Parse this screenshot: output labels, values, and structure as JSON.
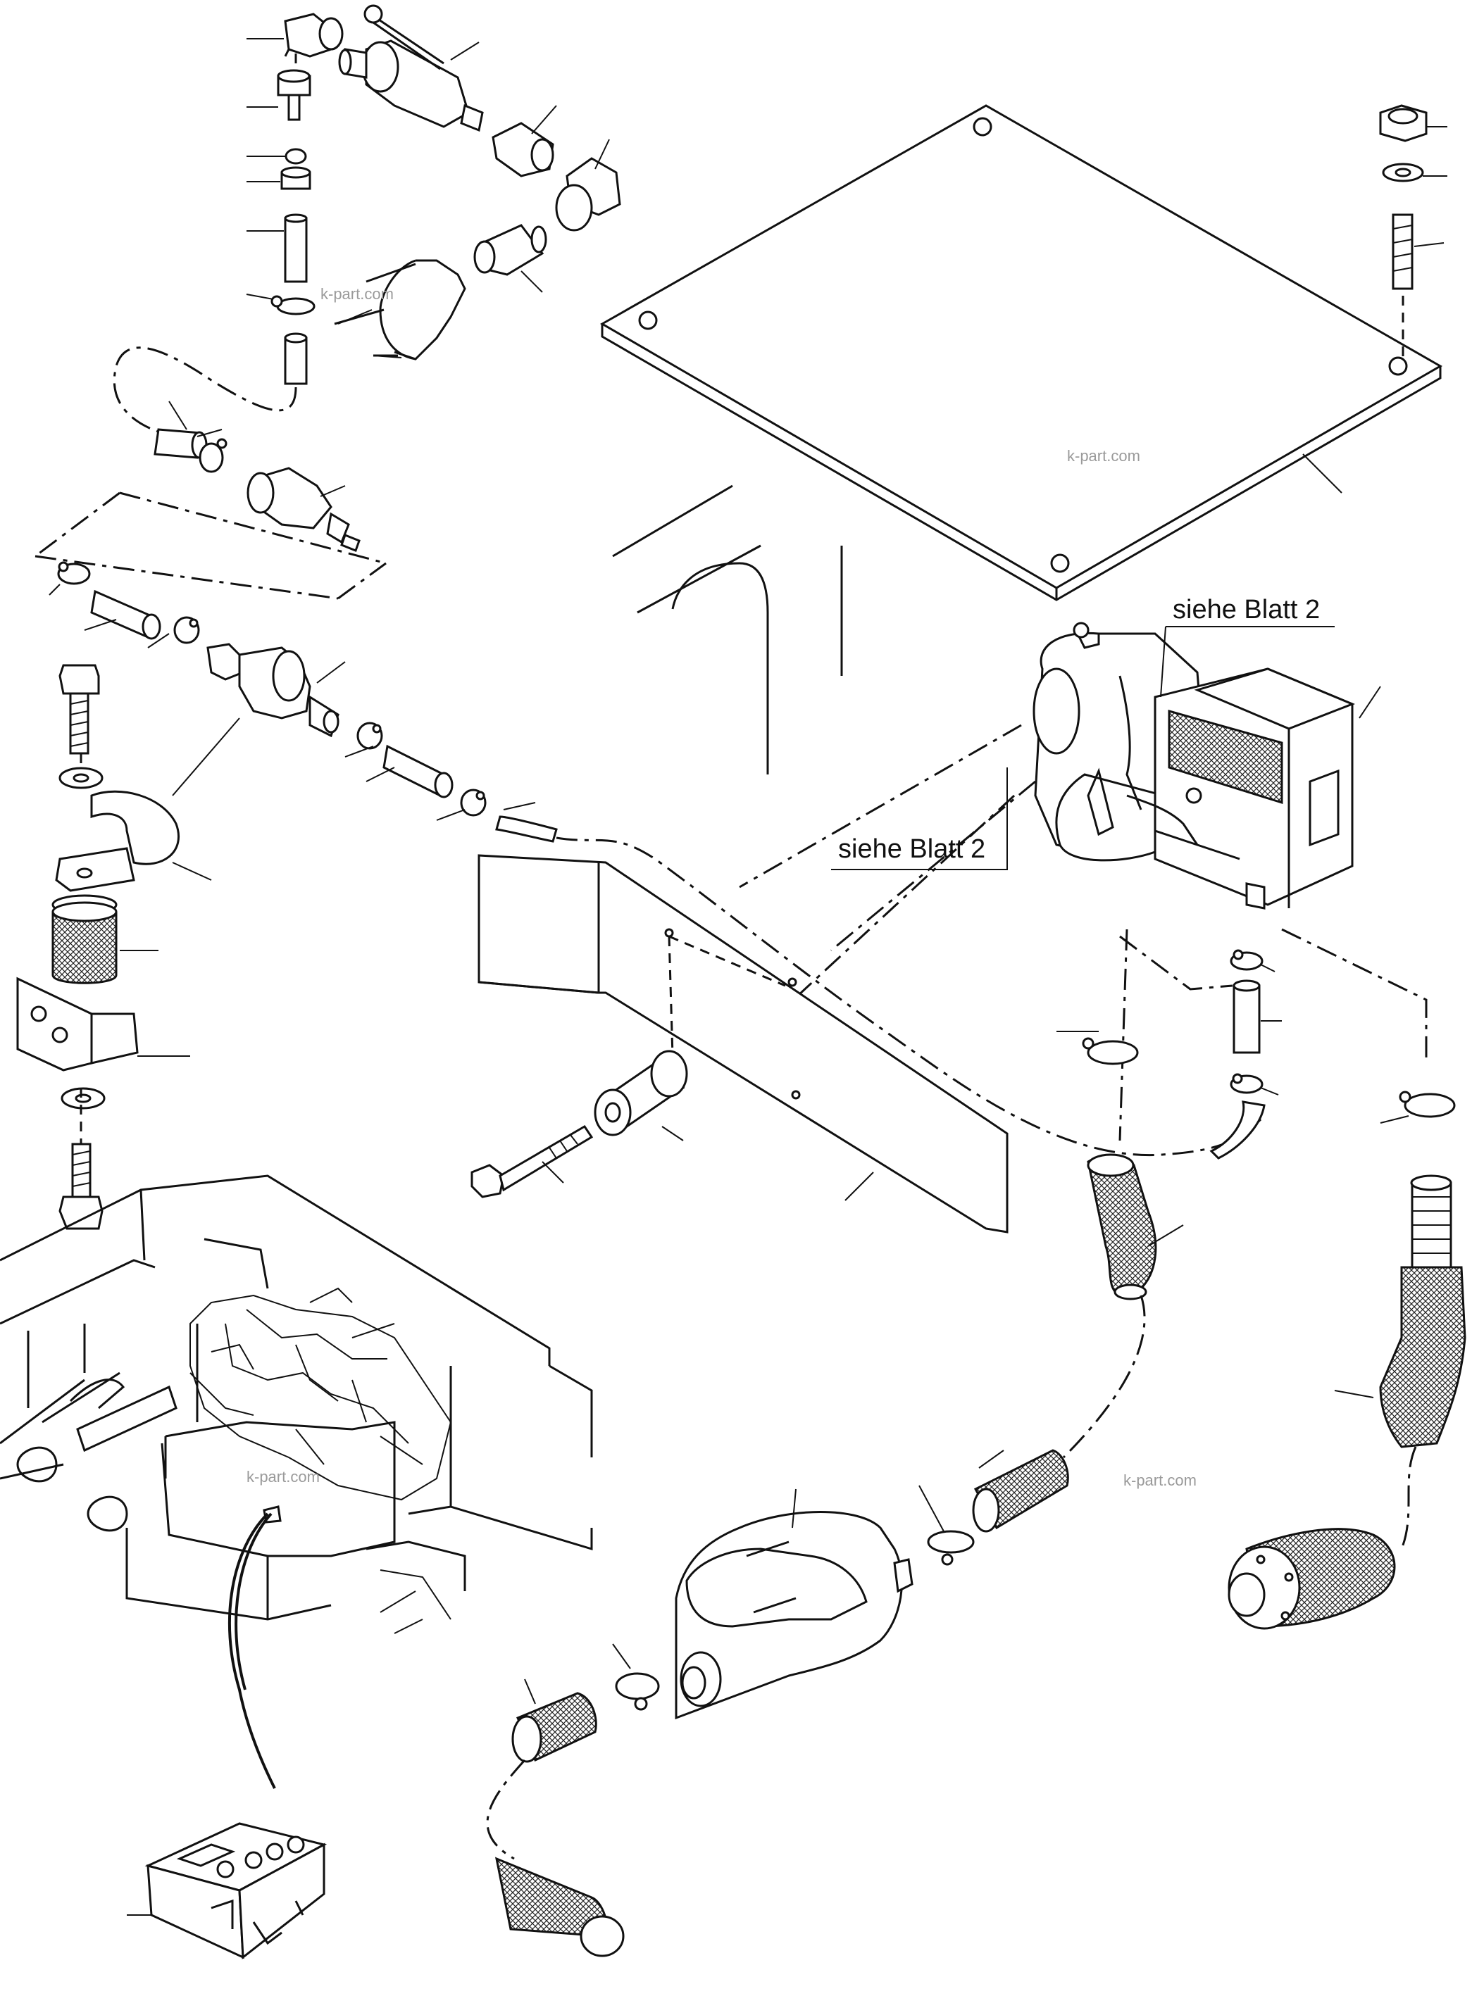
{
  "callouts": {
    "see_sheet_upper": "siehe Blatt 2",
    "see_sheet_lower": "siehe Blatt 2"
  },
  "watermarks": [
    "k-part.com",
    "k-part.com",
    "k-part.com",
    "k-part.com"
  ]
}
